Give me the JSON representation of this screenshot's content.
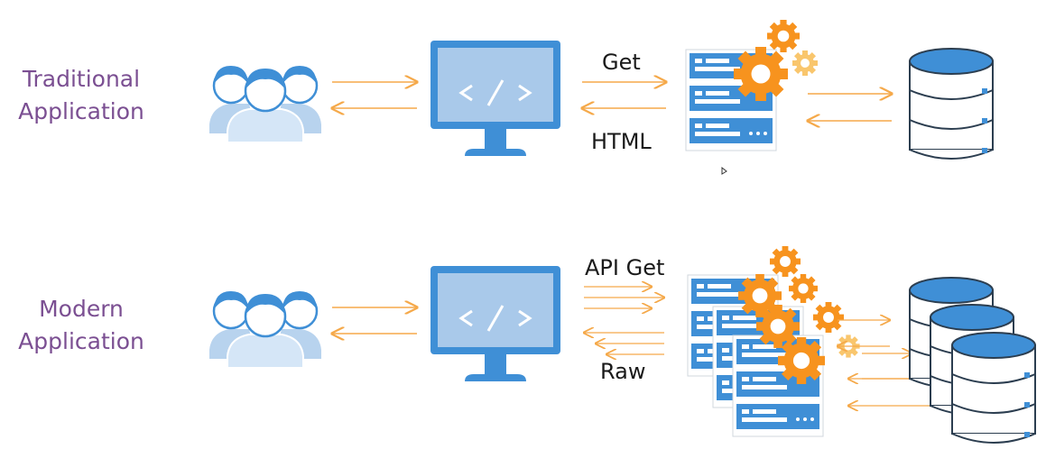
{
  "rows": {
    "traditional": {
      "label_line1": "Traditional",
      "label_line2": "Application",
      "request_label": "Get",
      "response_label": "HTML"
    },
    "modern": {
      "label_line1": "Modern",
      "label_line2": "Application",
      "request_label": "API Get",
      "response_label": "Raw"
    }
  },
  "icons": {
    "monitor_code": "</>"
  },
  "colors": {
    "label_purple": "#7b4f92",
    "arrow_orange": "#f5a94a",
    "icon_blue": "#3f8fd6",
    "icon_light_blue": "#b8d3ee",
    "gear_orange": "#f7931e",
    "gear_light": "#f9c66d"
  }
}
